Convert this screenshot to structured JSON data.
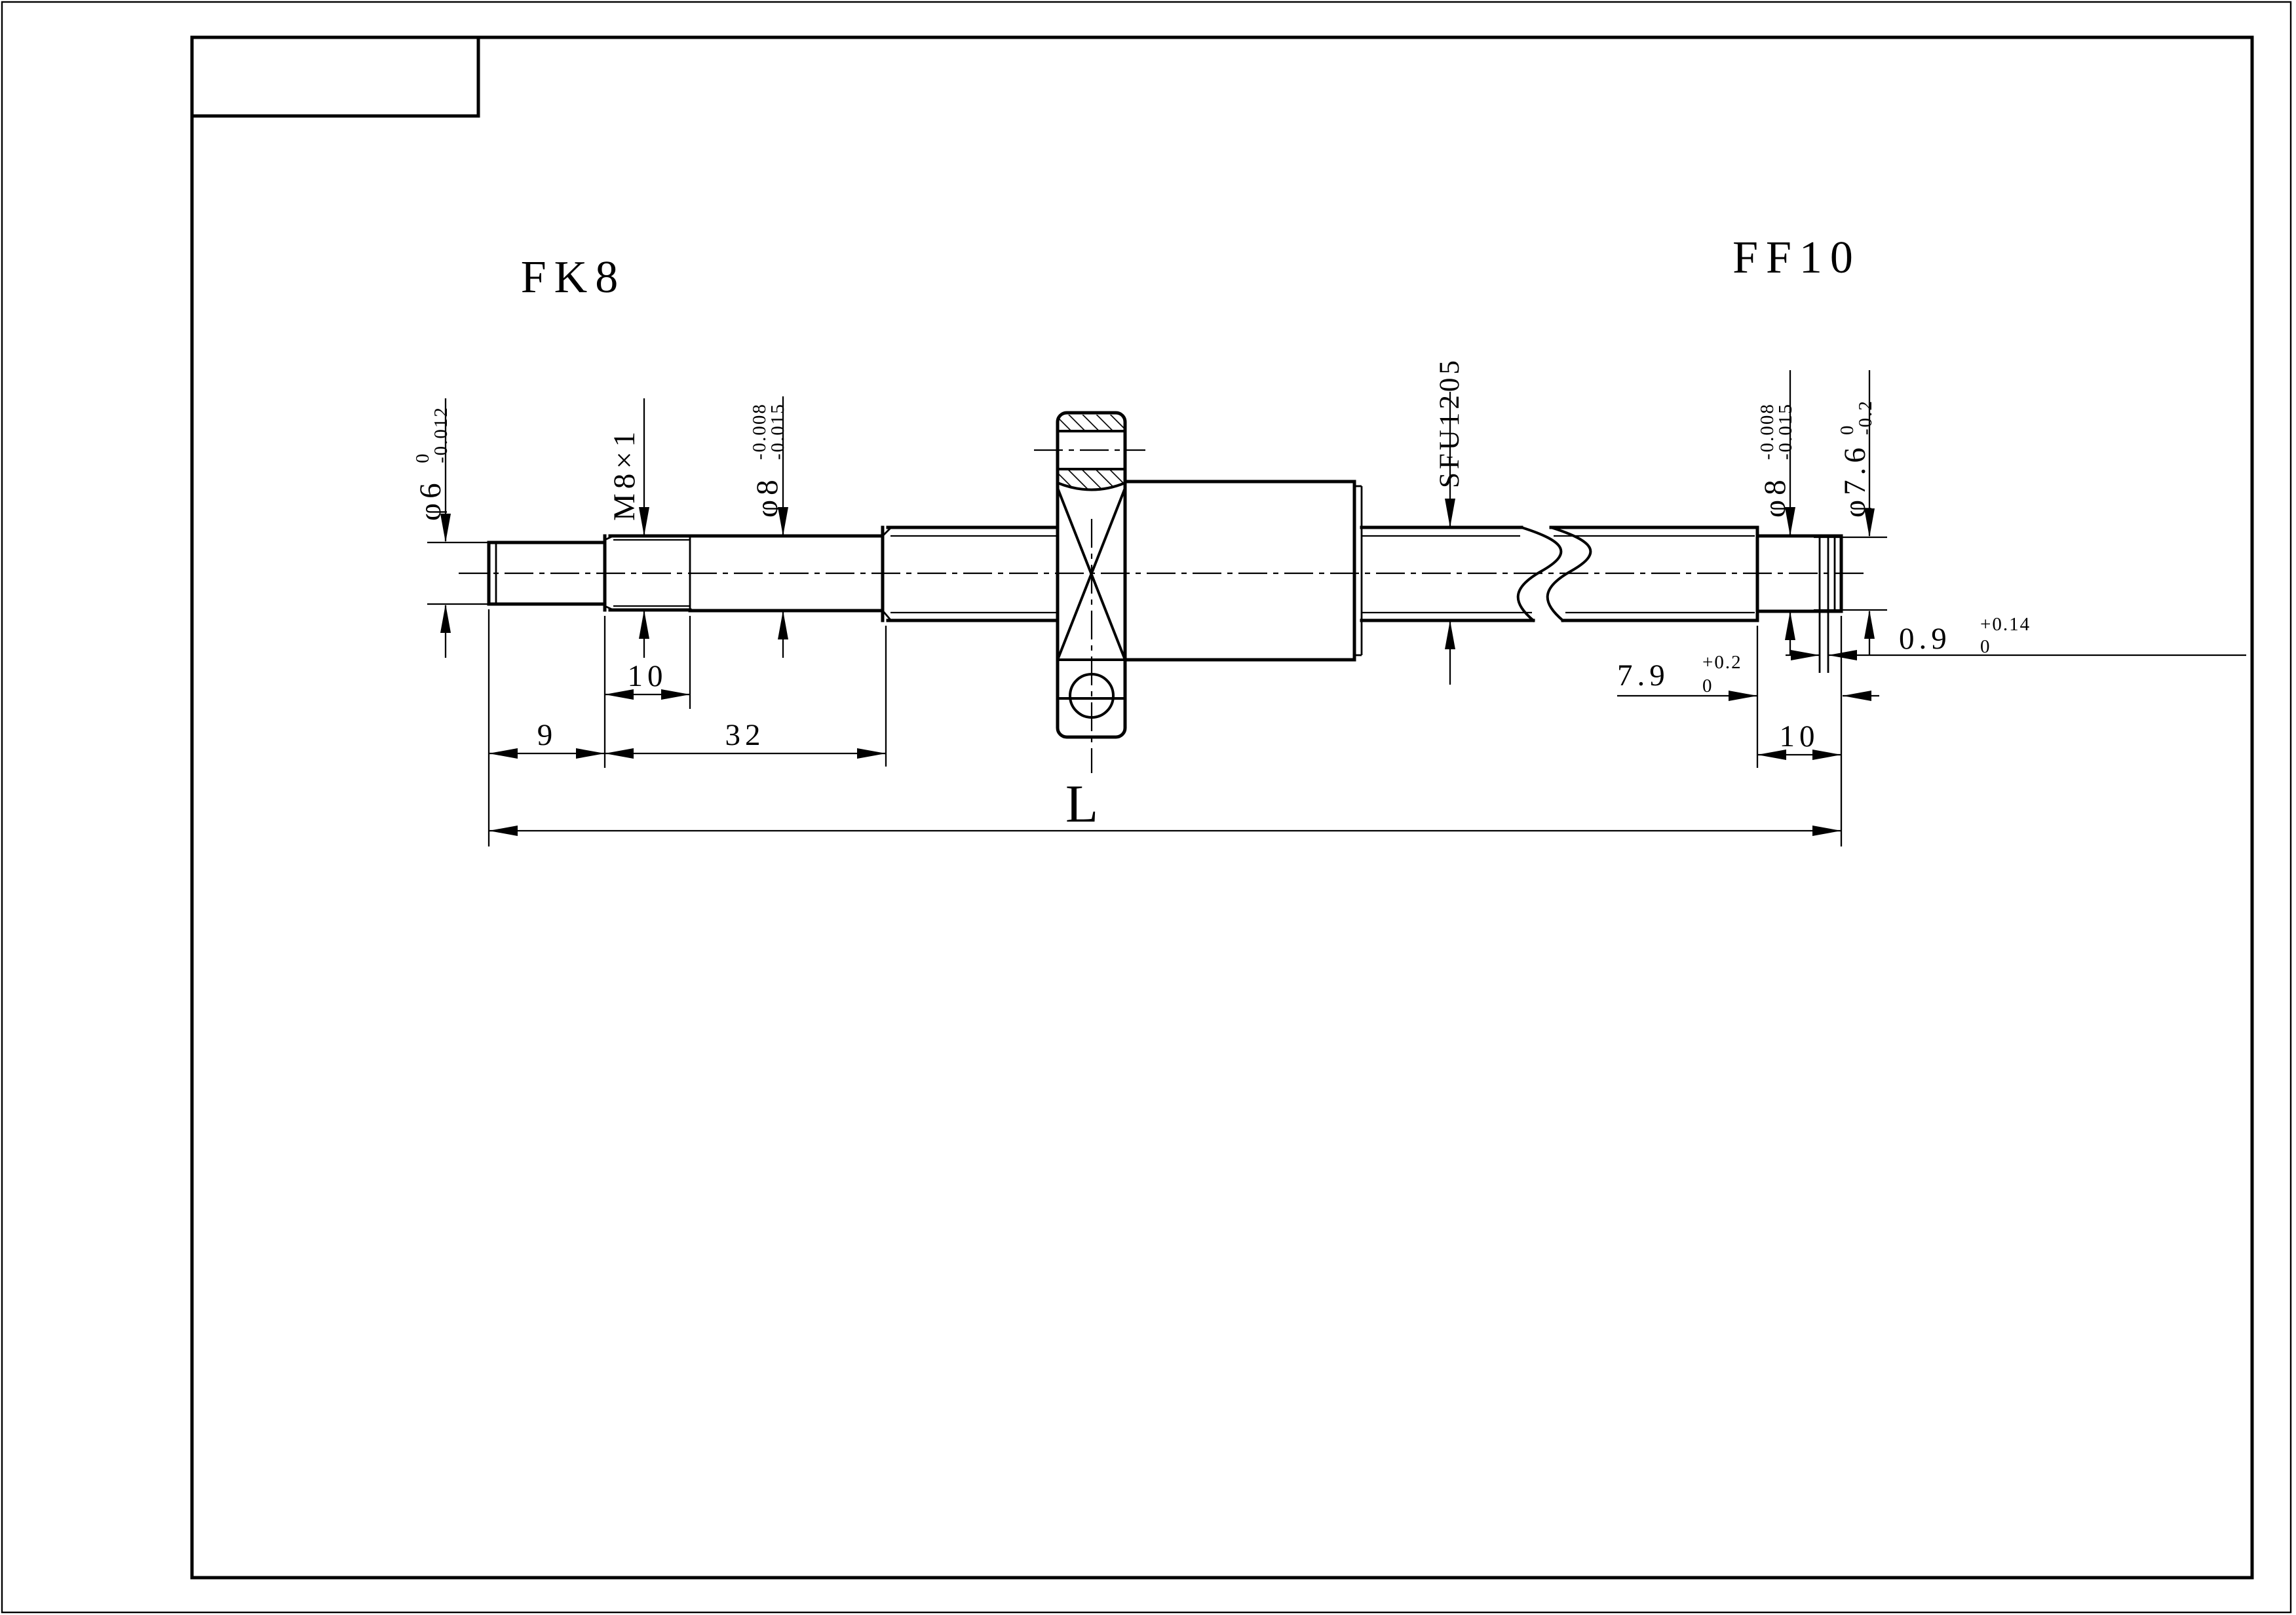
{
  "drawing": {
    "bearing_left_label": "FK8",
    "bearing_right_label": "FF10",
    "screw_label": "SFU1205",
    "dia_labels": {
      "d6": {
        "main": "φ6",
        "sup": "0",
        "sub": "-0.012"
      },
      "m8": {
        "main": "M8×1"
      },
      "d8l": {
        "main": "φ8",
        "sup": "-0.008",
        "sub": "-0.015"
      },
      "d8r": {
        "main": "φ8",
        "sup": "-0.008",
        "sub": "-0.015"
      },
      "d76": {
        "main": "φ7.6",
        "sup": "0",
        "sub": "-0.2"
      }
    },
    "length_dims": {
      "seg9": "9",
      "seg10_left": "10",
      "seg32": "32",
      "groove_pos": {
        "main": "7.9",
        "sup": "+0.2",
        "sub": "0"
      },
      "groove_width": {
        "main": "0.9",
        "sup": "+0.14",
        "sub": "0"
      },
      "seg10_right": "10",
      "overall": "L"
    }
  }
}
